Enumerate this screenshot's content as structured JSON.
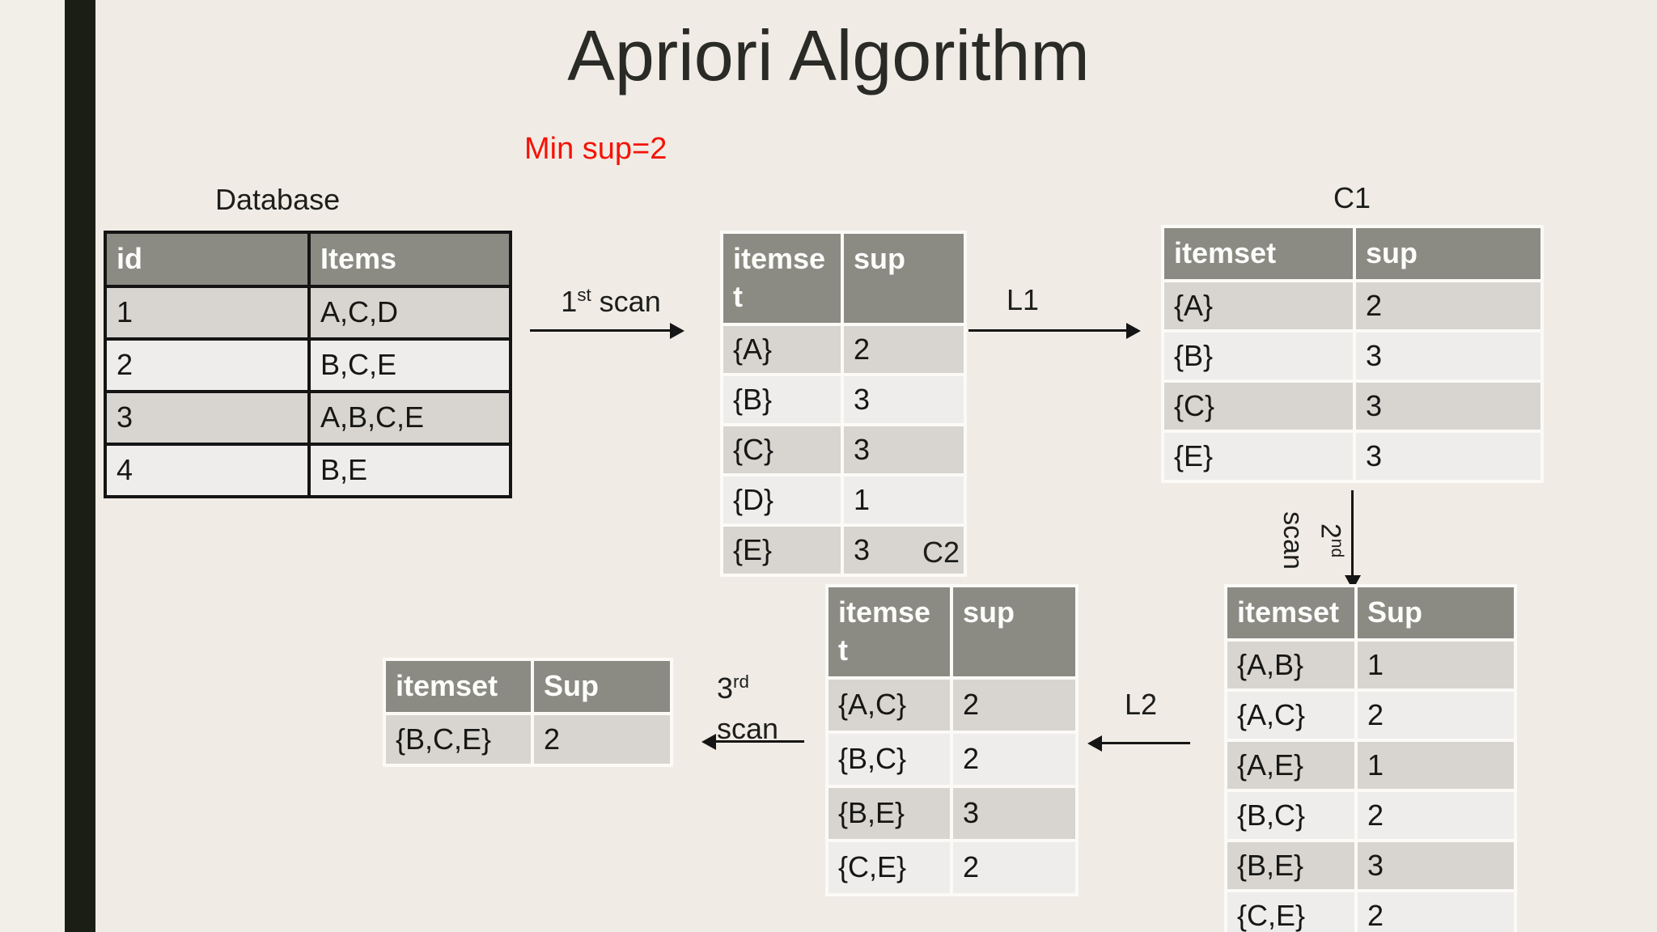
{
  "slide": {
    "title": "Apriori Algorithm",
    "min_sup": "Min sup=2"
  },
  "labels": {
    "database": "Database",
    "c1": "C1",
    "c2": "C2",
    "l1": "L1",
    "l2": "L2"
  },
  "scans": {
    "first": {
      "base": "1",
      "sup": "st",
      "word": "scan"
    },
    "second": {
      "base": "2",
      "sup": "nd",
      "word": "scan"
    },
    "third": {
      "base": "3",
      "sup": "rd",
      "word": "scan"
    }
  },
  "tables": {
    "database": {
      "headers": [
        "id",
        "Items"
      ],
      "rows": [
        [
          "1",
          "A,C,D"
        ],
        [
          "2",
          "B,C,E"
        ],
        [
          "3",
          "A,B,C,E"
        ],
        [
          "4",
          "B,E"
        ]
      ],
      "highlight_rows": []
    },
    "scan1_result": {
      "headers": [
        "itemset",
        "sup"
      ],
      "rows": [
        [
          "{A}",
          "2"
        ],
        [
          "{B}",
          "3"
        ],
        [
          "{C}",
          "3"
        ],
        [
          "{D}",
          "1"
        ],
        [
          "{E}",
          "3"
        ]
      ],
      "highlight_rows": [
        3
      ]
    },
    "c1": {
      "headers": [
        "itemset",
        "sup"
      ],
      "rows": [
        [
          "{A}",
          "2"
        ],
        [
          "{B}",
          "3"
        ],
        [
          "{C}",
          "3"
        ],
        [
          "{E}",
          "3"
        ]
      ],
      "highlight_rows": []
    },
    "scan2_result": {
      "headers": [
        "itemset",
        "Sup"
      ],
      "rows": [
        [
          "{A,B}",
          "1"
        ],
        [
          "{A,C}",
          "2"
        ],
        [
          "{A,E}",
          "1"
        ],
        [
          "{B,C}",
          "2"
        ],
        [
          "{B,E}",
          "3"
        ],
        [
          "{C,E}",
          "2"
        ]
      ],
      "highlight_rows": [
        0,
        2
      ]
    },
    "c2": {
      "headers": [
        "itemset",
        "sup"
      ],
      "rows": [
        [
          "{A,C}",
          "2"
        ],
        [
          "{B,C}",
          "2"
        ],
        [
          "{B,E}",
          "3"
        ],
        [
          "{C,E}",
          "2"
        ]
      ],
      "highlight_rows": []
    },
    "l3_result": {
      "headers": [
        "itemset",
        "Sup"
      ],
      "rows": [
        [
          "{B,C,E}",
          "2"
        ]
      ],
      "highlight_rows": []
    }
  },
  "colors": {
    "background": "#f0ece5",
    "side_bar": "#1b1e15",
    "table_header": "#8b8b83",
    "row_dark": "#d8d5d1",
    "row_light": "#efedeb",
    "highlight_red": "#9c2342",
    "accent_red": "#f51307"
  }
}
